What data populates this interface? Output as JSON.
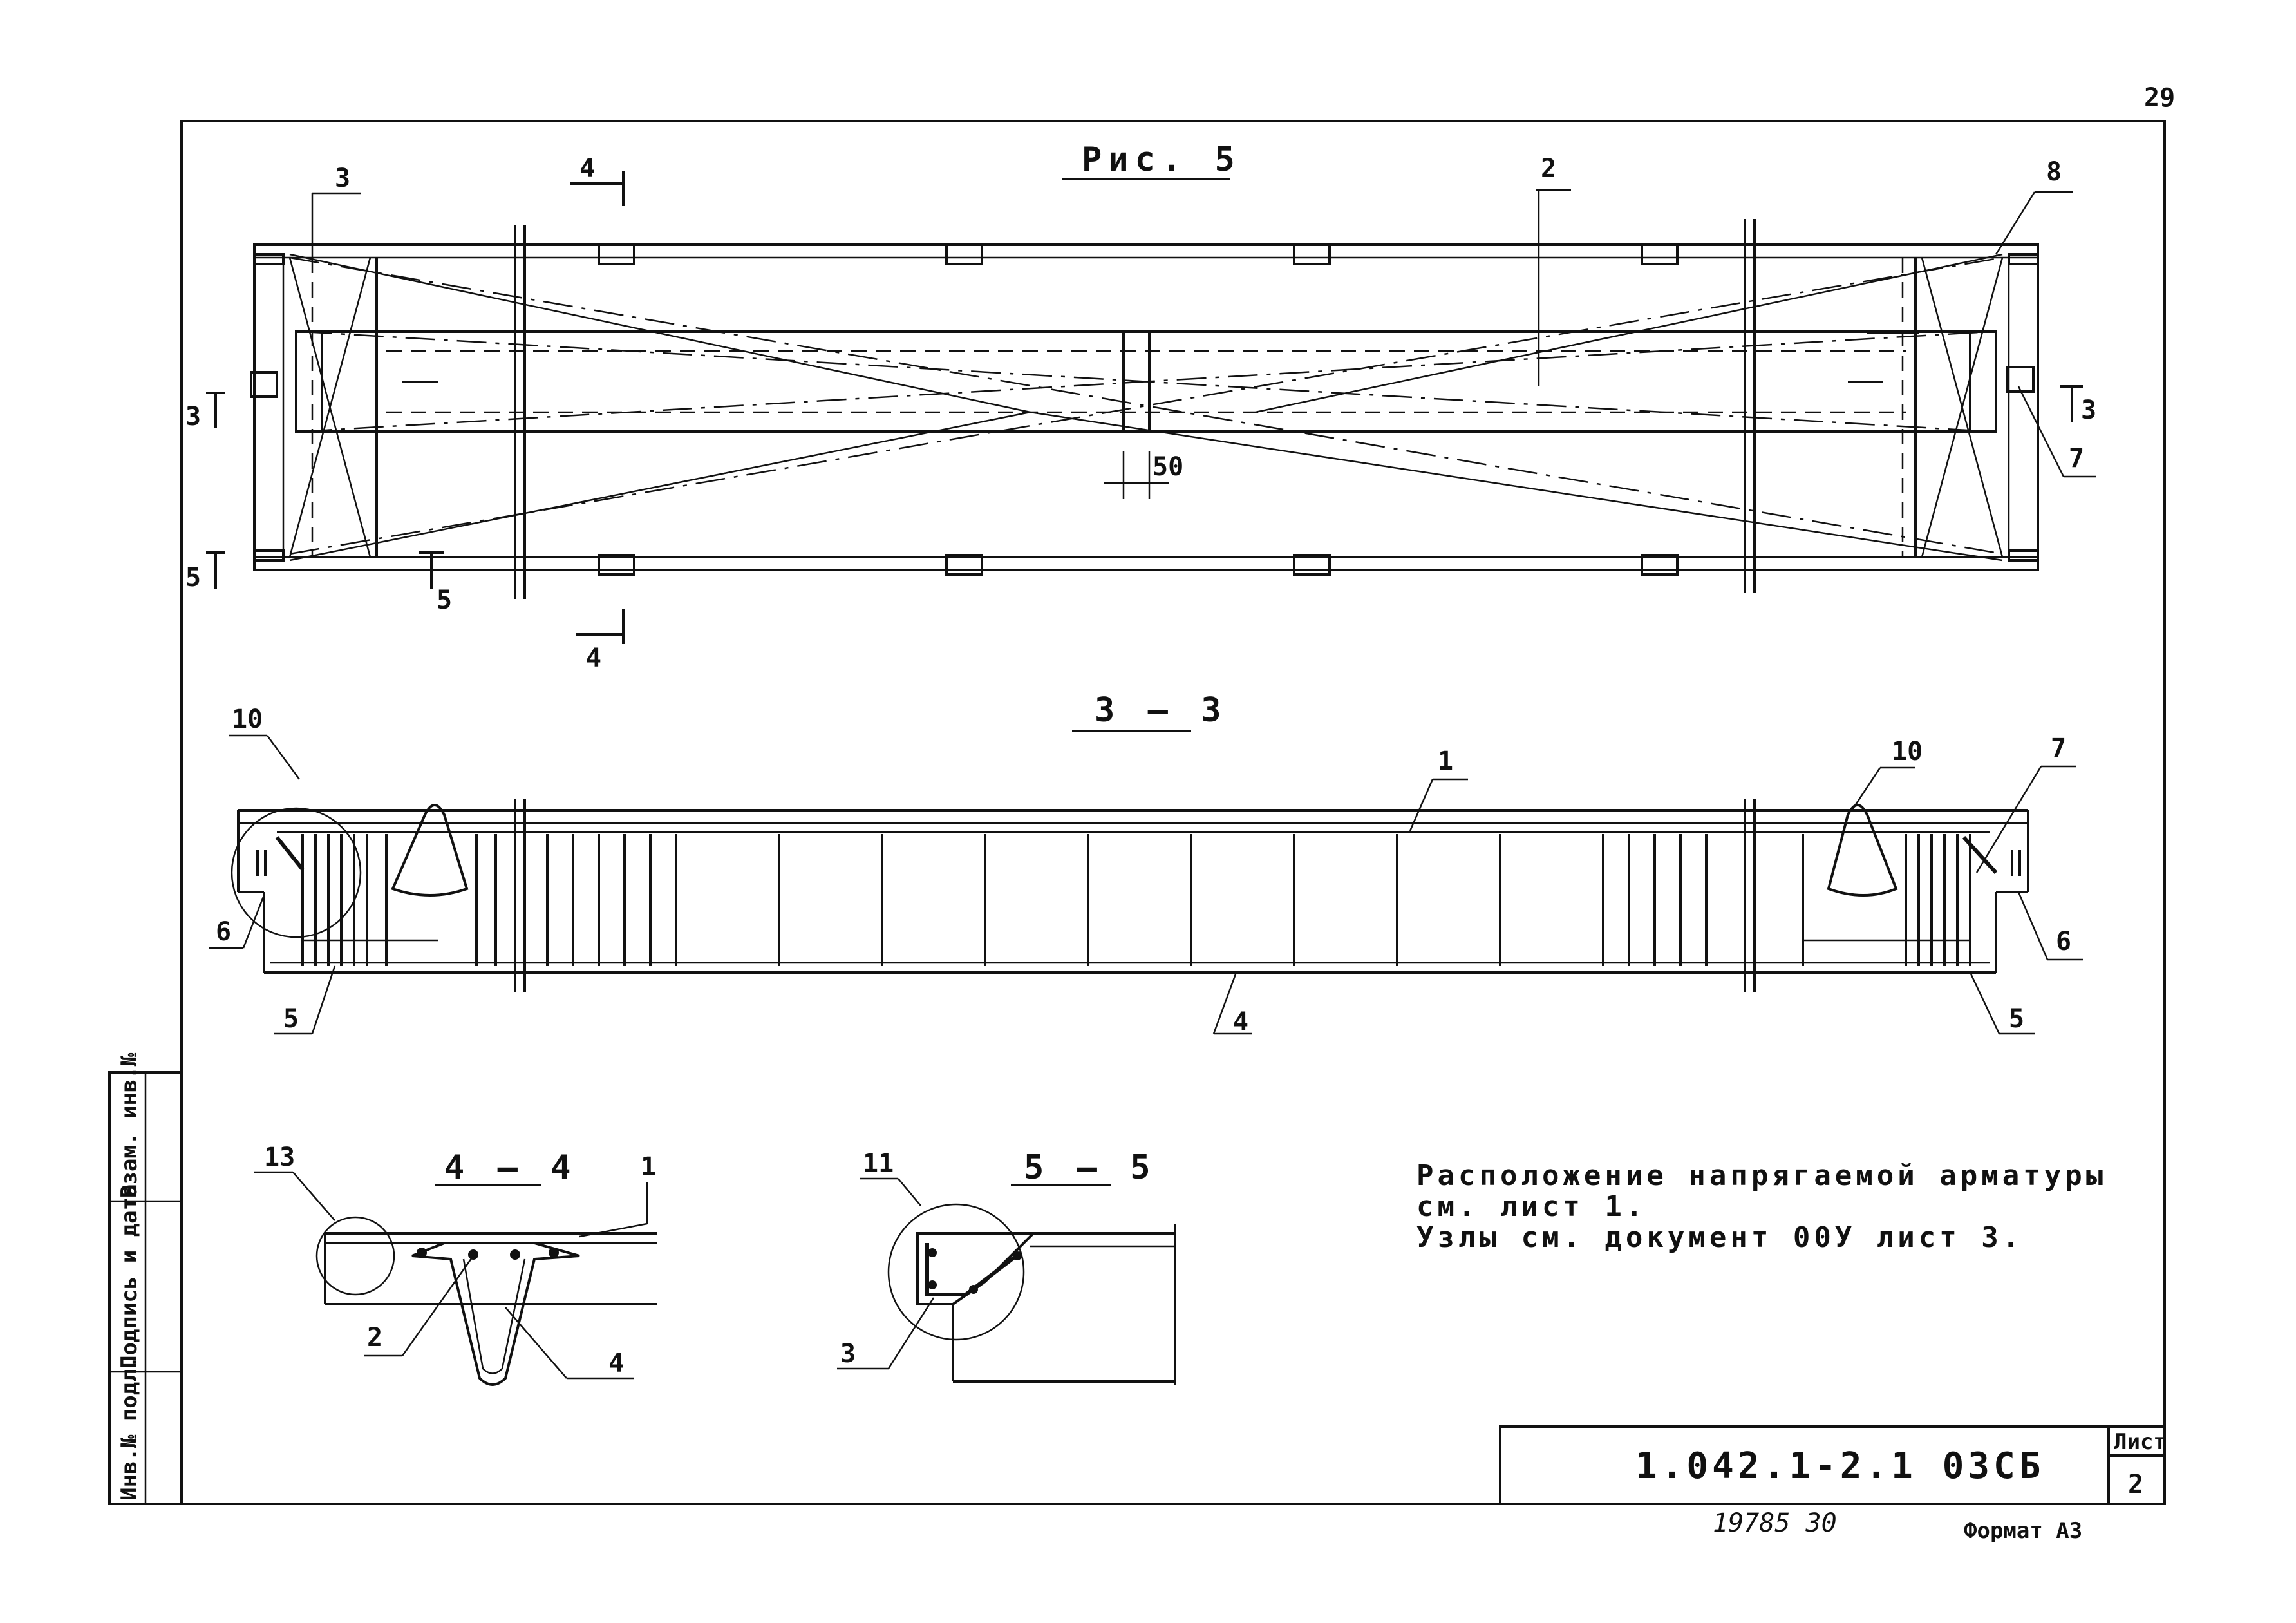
{
  "page_number": "29",
  "figure_title": "Рис. 5",
  "sections": {
    "plan_marks": {
      "s4_top": "4",
      "s4_bot": "4",
      "s3_left": "3",
      "s3_right": "3",
      "s5_left": "5",
      "s5_mark": "5"
    },
    "plan_callouts": {
      "c3": "3",
      "c2": "2",
      "c8": "8",
      "c7": "7"
    },
    "plan_dimension": "50",
    "section_33_title": "3 — 3",
    "section_33_callouts": {
      "c10_left": "10",
      "c10_right": "10",
      "c1": "1",
      "c7": "7",
      "c6_left": "6",
      "c6_right": "6",
      "c5_left": "5",
      "c5_right": "5",
      "c4": "4"
    },
    "section_44_title": "4 — 4",
    "section_44_callouts": {
      "c13": "13",
      "c1": "1",
      "c2": "2",
      "c4": "4"
    },
    "section_55_title": "5 — 5",
    "section_55_callouts": {
      "c11": "11",
      "c3": "3"
    }
  },
  "notes": {
    "line1": "Расположение напрягаемой арматуры",
    "line2": "см. лист 1.",
    "line3": "Узлы см. документ 00У лист 3."
  },
  "stamp": {
    "doc_code": "1.042.1-2.1 03СБ",
    "sheet_label": "Лист",
    "sheet_number": "2"
  },
  "side_stamp": {
    "inv": "Инв.№ подл.",
    "sign": "Подпись и дата",
    "replace": "Взам. инв.№"
  },
  "footer": {
    "handwritten": "19785   30",
    "format": "Формат А3"
  }
}
